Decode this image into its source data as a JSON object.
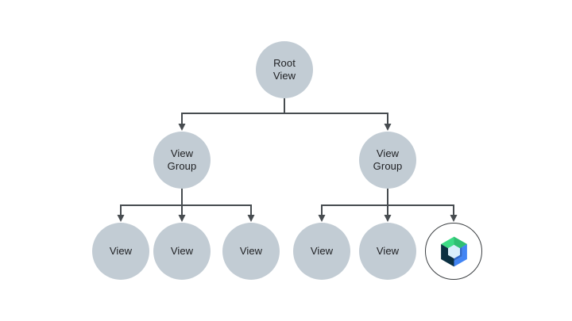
{
  "diagram": {
    "description": "View hierarchy tree diagram",
    "background_color": "#ffffff",
    "node_fill_color": "#c2ccd4",
    "line_color": "#474c50",
    "text_color": "#202124",
    "nodes": [
      {
        "id": "root-view",
        "label": "Root View",
        "level": 1
      },
      {
        "id": "view-group-left",
        "label": "View Group",
        "level": 2
      },
      {
        "id": "view-group-right",
        "label": "View Group",
        "level": 2
      },
      {
        "id": "view-1",
        "label": "View",
        "level": 3
      },
      {
        "id": "view-2",
        "label": "View",
        "level": 3
      },
      {
        "id": "view-3",
        "label": "View",
        "level": 3
      },
      {
        "id": "view-4",
        "label": "View",
        "level": 3
      },
      {
        "id": "view-5",
        "label": "View",
        "level": 3
      },
      {
        "id": "compose-node",
        "label": "",
        "icon": "jetpack-compose-icon",
        "level": 3
      }
    ],
    "compose_node": {
      "circle_fill": "#ffffff",
      "circle_border": "#3c4043"
    },
    "compose_logo_colors": {
      "green_light": "#3ddb85",
      "green_dark": "#30bf72",
      "navy": "#0b3042",
      "blue": "#4285f4",
      "blue_dark": "#3069c9",
      "center": "#d9eefb"
    }
  }
}
